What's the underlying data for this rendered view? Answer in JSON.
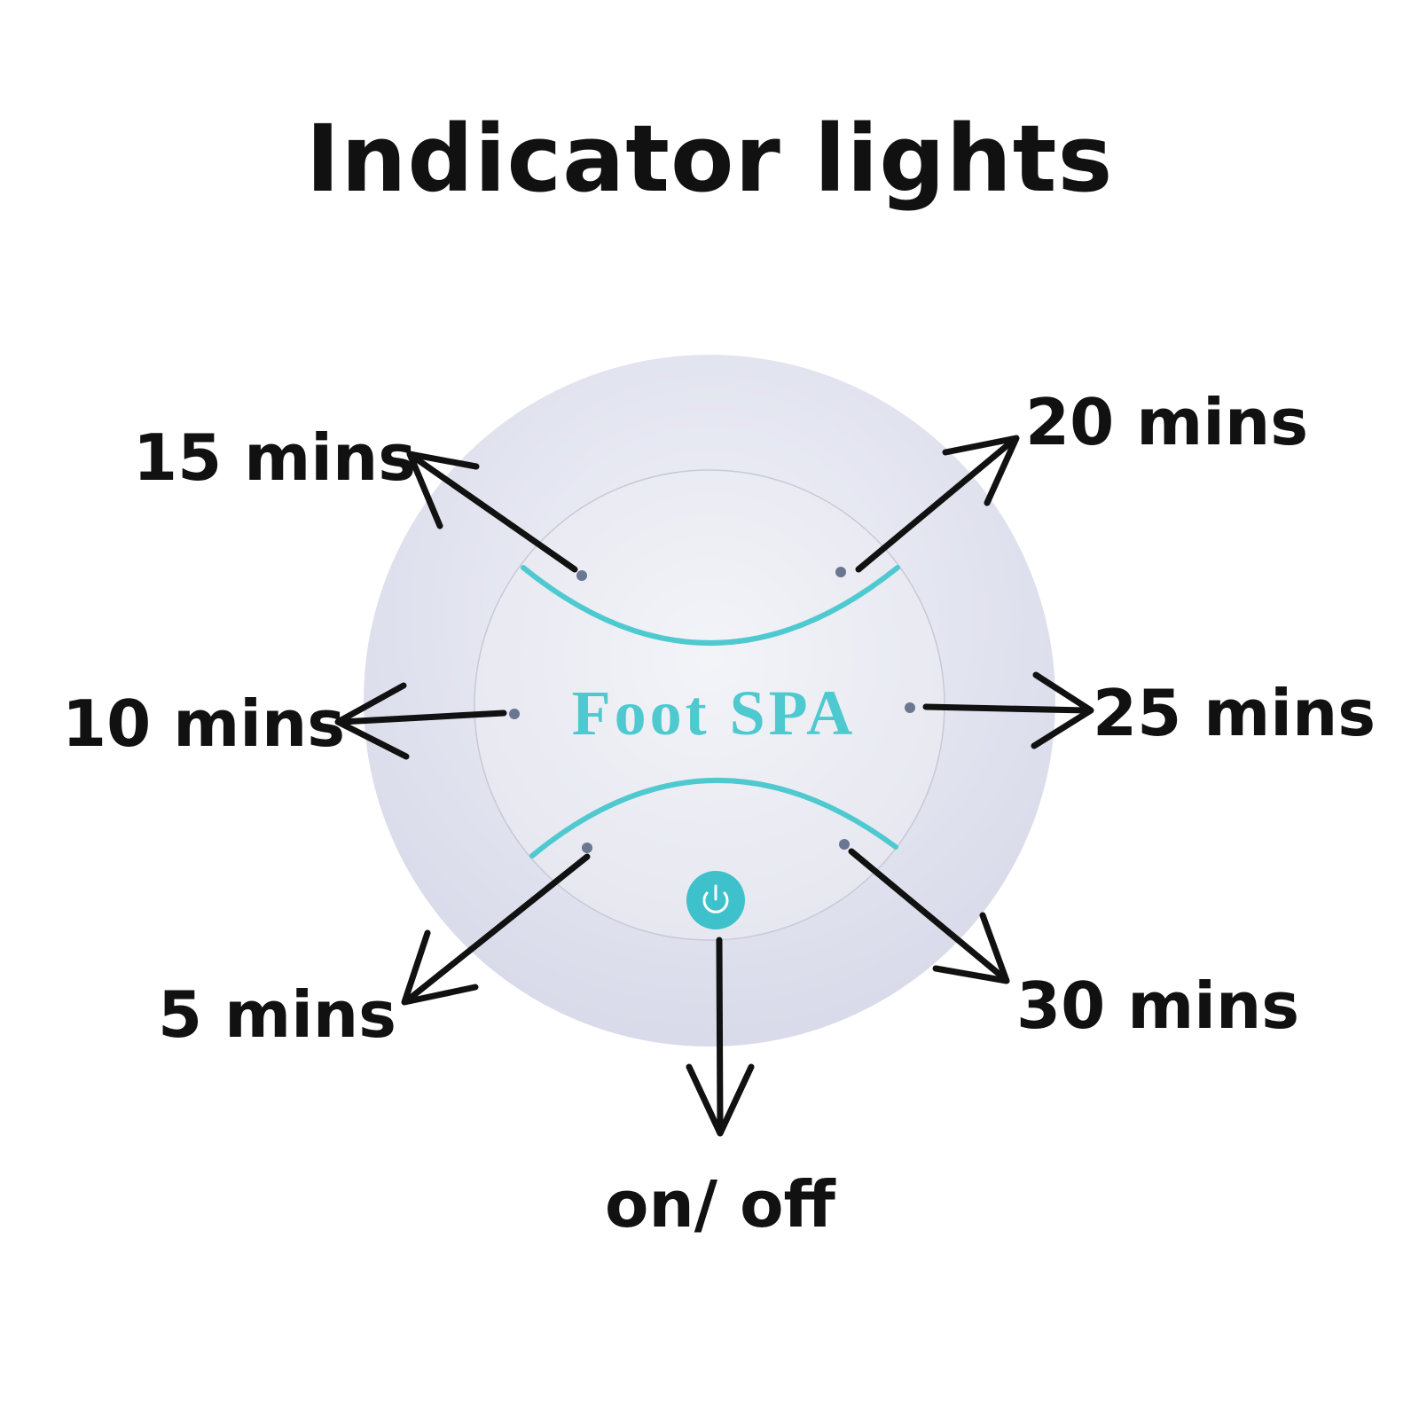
{
  "title": "Indicator lights",
  "device": {
    "brand_text": "Foot SPA",
    "power_icon": "power-icon"
  },
  "labels": {
    "min5": "5 mins",
    "min10": "10 mins",
    "min15": "15 mins",
    "min20": "20 mins",
    "min25": "25 mins",
    "min30": "30 mins",
    "onoff": "on/ off"
  },
  "colors": {
    "accent": "#4fc9d0",
    "disc": "#e4e5f0",
    "panel": "#eeeff5",
    "arrow": "#111111"
  }
}
